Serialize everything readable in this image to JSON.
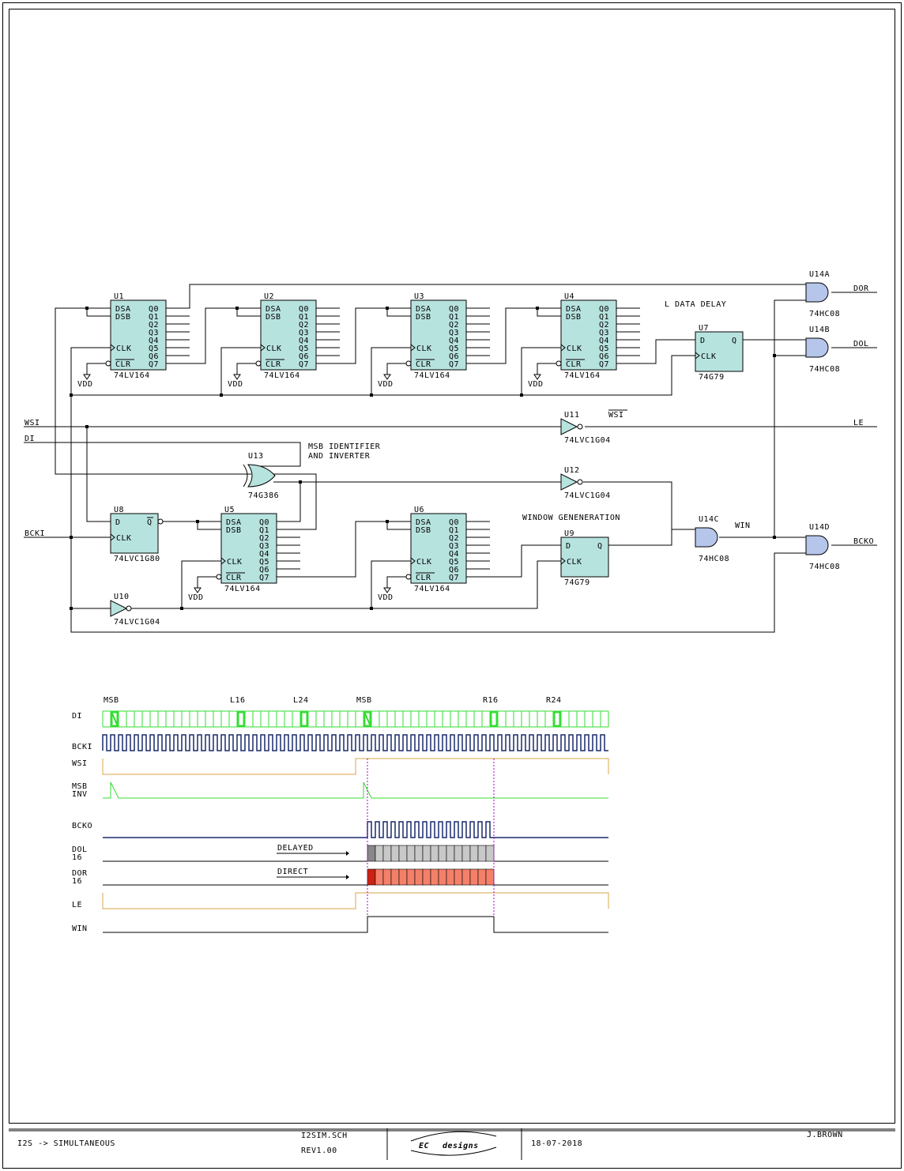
{
  "schematic": {
    "nets": {
      "wsi": "WSI",
      "di": "DI",
      "bcki": "BCKI",
      "le": "LE",
      "dor": "DOR",
      "dol": "DOL",
      "bcko": "BCKO",
      "win": "WIN",
      "wsi_bar": "WSI",
      "vdd": "VDD"
    },
    "notes": {
      "l_data_delay": "L DATA DELAY",
      "msb_identifier_1": "MSB IDENTIFIER",
      "msb_identifier_2": "AND INVERTER",
      "window_generation": "WINDOW GENENERATION"
    },
    "shift_pins": {
      "dsa": "DSA",
      "dsb": "DSB",
      "clk": "CLK",
      "clr": "CLR",
      "outputs": [
        "Q0",
        "Q1",
        "Q2",
        "Q3",
        "Q4",
        "Q5",
        "Q6",
        "Q7"
      ]
    },
    "ff_pins": {
      "d": "D",
      "q": "Q",
      "clk": "CLK",
      "qbar": "Q"
    },
    "parts": {
      "u1": {
        "ref": "U1",
        "type": "74LV164"
      },
      "u2": {
        "ref": "U2",
        "type": "74LV164"
      },
      "u3": {
        "ref": "U3",
        "type": "74LV164"
      },
      "u4": {
        "ref": "U4",
        "type": "74LV164"
      },
      "u5": {
        "ref": "U5",
        "type": "74LV164"
      },
      "u6": {
        "ref": "U6",
        "type": "74LV164"
      },
      "u7": {
        "ref": "U7",
        "type": "74G79"
      },
      "u8": {
        "ref": "U8",
        "type": "74LVC1G80"
      },
      "u9": {
        "ref": "U9",
        "type": "74G79"
      },
      "u10": {
        "ref": "U10",
        "type": "74LVC1G04"
      },
      "u11": {
        "ref": "U11",
        "type": "74LVC1G04"
      },
      "u12": {
        "ref": "U12",
        "type": "74LVC1G04"
      },
      "u13": {
        "ref": "U13",
        "type": "74G386"
      },
      "u14a": {
        "ref": "U14A",
        "type": "74HC08"
      },
      "u14b": {
        "ref": "U14B",
        "type": "74HC08"
      },
      "u14c": {
        "ref": "U14C",
        "type": "74HC08"
      },
      "u14d": {
        "ref": "U14D",
        "type": "74HC08"
      }
    }
  },
  "timing": {
    "markers": [
      "MSB",
      "L16",
      "L24",
      "MSB",
      "R16",
      "R24"
    ],
    "signals": {
      "di": "DI",
      "bcki": "BCKI",
      "wsi": "WSI",
      "msb_inv_1": "MSB",
      "msb_inv_2": "INV",
      "bcko": "BCKO",
      "dol_1": "DOL",
      "dol_2": "16",
      "dor_1": "DOR",
      "dor_2": "16",
      "le": "LE",
      "win": "WIN"
    },
    "annotations": {
      "delayed": "DELAYED",
      "direct": "DIRECT"
    },
    "colors": {
      "di": "#33dd33",
      "bcki": "#1a2a6c",
      "wsi": "#d9a54a",
      "msb_inv": "#33dd33",
      "bcko": "#1a2a6c",
      "dol": "#c8c8c8",
      "dor": "#f4806a",
      "le": "#d9a54a",
      "win": "#000000",
      "marker": "#aa00cc"
    }
  },
  "titleblock": {
    "title": "I2S -> SIMULTANEOUS",
    "file": "I2SIM.SCH",
    "rev": "REV1.00",
    "logo_ec": "EC",
    "logo_designs": "designs",
    "date": "18-07-2018",
    "author": "J.BROWN"
  }
}
